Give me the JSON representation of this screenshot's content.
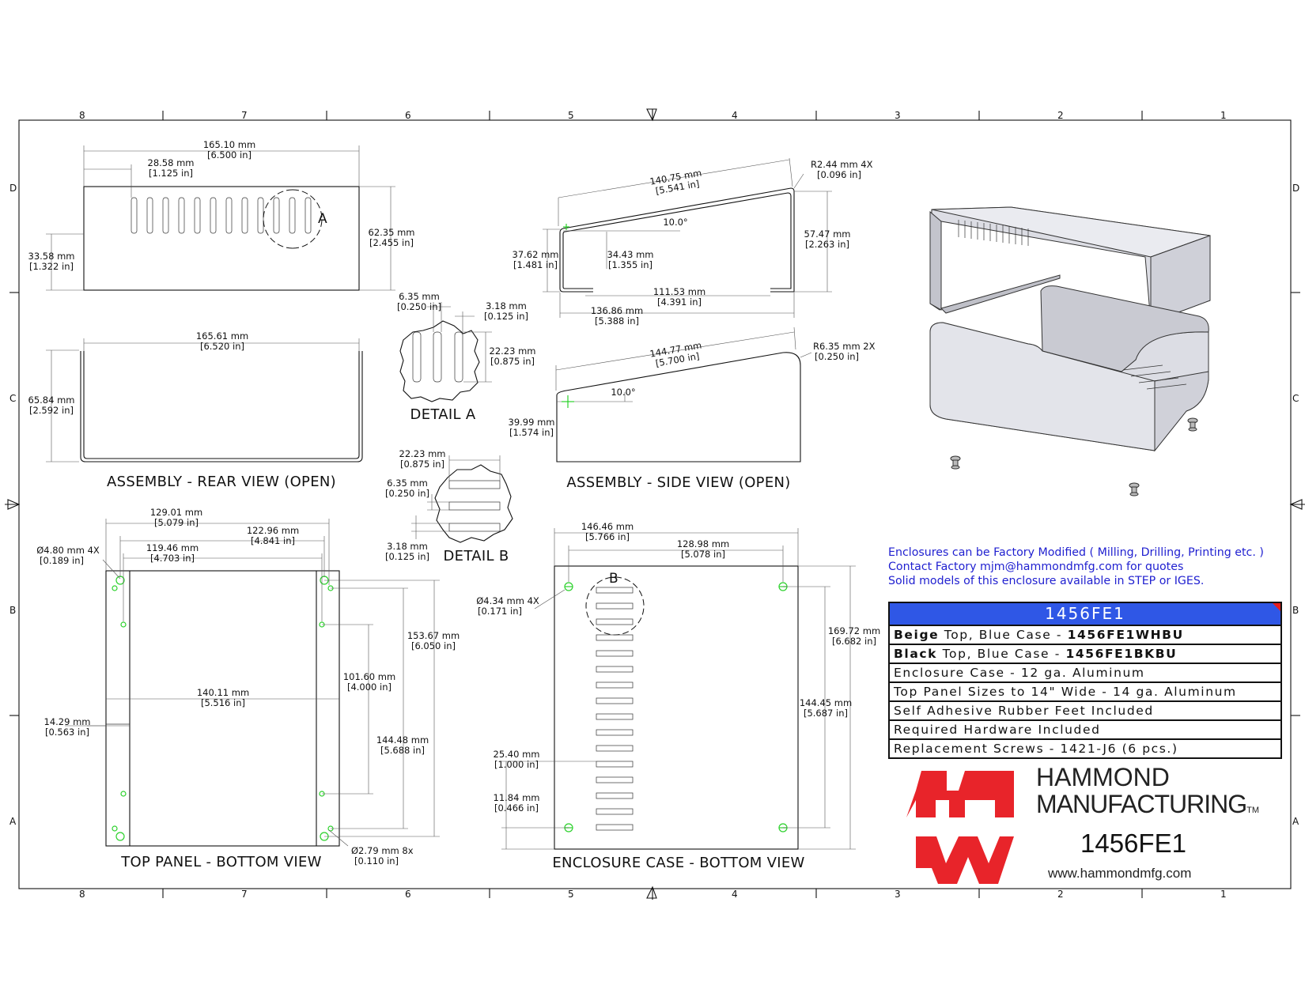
{
  "zones": {
    "columns": [
      "8",
      "7",
      "6",
      "5",
      "4",
      "3",
      "2",
      "1"
    ],
    "rows": [
      "D",
      "C",
      "B",
      "A"
    ]
  },
  "views": {
    "rear": {
      "title": "ASSEMBLY - REAR VIEW (OPEN)",
      "d_width": [
        "165.10 mm",
        "[6.500 in]"
      ],
      "d_slot": [
        "28.58 mm",
        "[1.125 in]"
      ],
      "d_height": [
        "62.35 mm",
        "[2.455 in]"
      ],
      "d_low": [
        "33.58 mm",
        "[1.322 in]"
      ],
      "callout": "A",
      "d_open_width": [
        "165.61 mm",
        "[6.520 in]"
      ],
      "d_open_height": [
        "65.84 mm",
        "[2.592 in]"
      ]
    },
    "detail_a": {
      "title": "DETAIL  A",
      "d1": [
        "6.35 mm",
        "[0.250 in]"
      ],
      "d2": [
        "3.18 mm",
        "[0.125 in]"
      ],
      "d3": [
        "22.23 mm",
        "[0.875 in]"
      ]
    },
    "side": {
      "title": "ASSEMBLY - SIDE VIEW (OPEN)",
      "d_top": [
        "140.75 mm",
        "[5.541 in]"
      ],
      "d_radius": [
        "R2.44 mm 4X",
        "[0.096 in]"
      ],
      "angle1": "10.0°",
      "d_front": [
        "37.62 mm",
        "[1.481 in]"
      ],
      "d_inner": [
        "34.43 mm",
        "[1.355 in]"
      ],
      "d_rear": [
        "57.47 mm",
        "[2.263 in]"
      ],
      "d_flange": [
        "111.53 mm",
        "[4.391 in]"
      ],
      "d_depth": [
        "136.86 mm",
        "[5.388 in]"
      ],
      "d_top2": [
        "144.77 mm",
        "[5.700 in]"
      ],
      "d_radius2": [
        "R6.35 mm 2X",
        "[0.250 in]"
      ],
      "angle2": "10.0°",
      "d_front2": [
        "39.99 mm",
        "[1.574 in]"
      ]
    },
    "detail_b": {
      "title": "DETAIL  B",
      "d1": [
        "22.23 mm",
        "[0.875 in]"
      ],
      "d2": [
        "6.35 mm",
        "[0.250 in]"
      ],
      "d3": [
        "3.18 mm",
        "[0.125 in]"
      ]
    },
    "top_panel": {
      "title": "TOP PANEL - BOTTOM VIEW",
      "d1": [
        "129.01 mm",
        "[5.079 in]"
      ],
      "d2": [
        "122.96 mm",
        "[4.841 in]"
      ],
      "d3": [
        "119.46 mm",
        "[4.703 in]"
      ],
      "d_hole": [
        "Ø4.80 mm 4X",
        "[0.189 in]"
      ],
      "d_width": [
        "140.11 mm",
        "[5.516 in]"
      ],
      "d_edge": [
        "14.29 mm",
        "[0.563 in]"
      ],
      "d_h1": [
        "153.67 mm",
        "[6.050 in]"
      ],
      "d_h2": [
        "101.60 mm",
        "[4.000 in]"
      ],
      "d_h3": [
        "144.48 mm",
        "[5.688 in]"
      ],
      "d_hole2": [
        "Ø2.79 mm 8x",
        "[0.110 in]"
      ]
    },
    "case_bottom": {
      "title": "ENCLOSURE CASE - BOTTOM VIEW",
      "callout": "B",
      "d1": [
        "146.46 mm",
        "[5.766 in]"
      ],
      "d2": [
        "128.98 mm",
        "[5.078 in]"
      ],
      "d_hole": [
        "Ø4.34 mm 4X",
        "[0.171 in]"
      ],
      "d_h1": [
        "169.72 mm",
        "[6.682 in]"
      ],
      "d_h2": [
        "144.45 mm",
        "[5.687 in]"
      ],
      "d_s1": [
        "25.40 mm",
        "[1.000 in]"
      ],
      "d_s2": [
        "11.84 mm",
        "[0.466 in]"
      ]
    }
  },
  "notes": [
    "Enclosures can be Factory Modified ( Milling, Drilling, Printing etc. )",
    "Contact Factory mjm@hammondmfg.com for quotes",
    "Solid models of this enclosure available in STEP or IGES."
  ],
  "spec_table": {
    "header": "1456FE1",
    "header_color": "#2f57e6",
    "rows": [
      {
        "lead": "Beige",
        "text": " Top, Blue Case - ",
        "part": "1456FE1WHBU"
      },
      {
        "lead": "Black",
        "text": " Top, Blue Case - ",
        "part": "1456FE1BKBU"
      },
      {
        "text": "Enclosure Case - 12 ga. Aluminum"
      },
      {
        "text": "Top Panel Sizes to 14\" Wide - 14 ga. Aluminum"
      },
      {
        "text": "Self Adhesive Rubber Feet Included"
      },
      {
        "text": "Required Hardware Included"
      },
      {
        "text": "Replacement Screws - 1421-J6 (6 pcs.)"
      }
    ]
  },
  "brand": {
    "line1": "HAMMOND",
    "line2": "MANUFACTURING",
    "tm": "TM",
    "part_number": "1456FE1",
    "website": "www.hammondmfg.com",
    "logo_color": "#e8242a"
  },
  "colors": {
    "hole_marker": "#2bd12b",
    "note_text": "#1f1fd0"
  }
}
